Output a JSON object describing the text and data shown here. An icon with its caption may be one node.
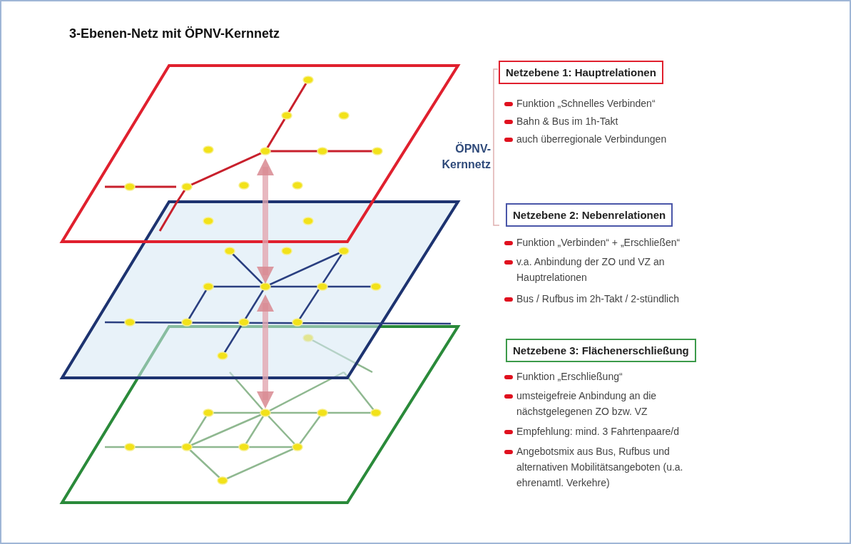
{
  "diagram": {
    "title": "3-Ebenen-Netz  mit ÖPNV-Kernnetz",
    "nodes": [
      {
        "text": [],
        "shape": "parallelogram"
      },
      {
        "text": [],
        "shape": "parallelogram"
      },
      {
        "text": [],
        "shape": "parallelogram"
      },
      {
        "text": [
          "Netzebene 1: Hauptrelationen"
        ]
      },
      {
        "text": [
          "Netzebene 2: Nebenrelationen"
        ]
      },
      {
        "text": [
          "Netzebene 3: Flächenerschließung"
        ]
      }
    ],
    "edges": [
      {
        "from": 0,
        "to": 1,
        "arrow": "both"
      },
      {
        "from": 1,
        "to": 2,
        "arrow": "both"
      }
    ],
    "labels": [
      "ÖPNV- Kernnetz",
      "Funktion „Schnelles Verbinden“",
      "Bahn & Bus im 1h-Takt",
      "auch überregionale Verbindungen",
      "Funktion „Verbinden“ + „Erschließen“",
      "v.a. Anbindung der ZO und VZ an Hauptrelationen",
      "Bus / Rufbus im 2h-Takt / 2-stündlich",
      "Funktion „Erschließung“",
      "umsteigefreie Anbindung an die nächstgelegenen ZO bzw. VZ",
      "Empfehlung: mind. 3 Fahrtenpaare/d",
      "Angebotsmix aus Bus, Rufbus und alternativen Mobilitätsangeboten (u.a. ehrenamtl. Verkehre)"
    ]
  }
}
